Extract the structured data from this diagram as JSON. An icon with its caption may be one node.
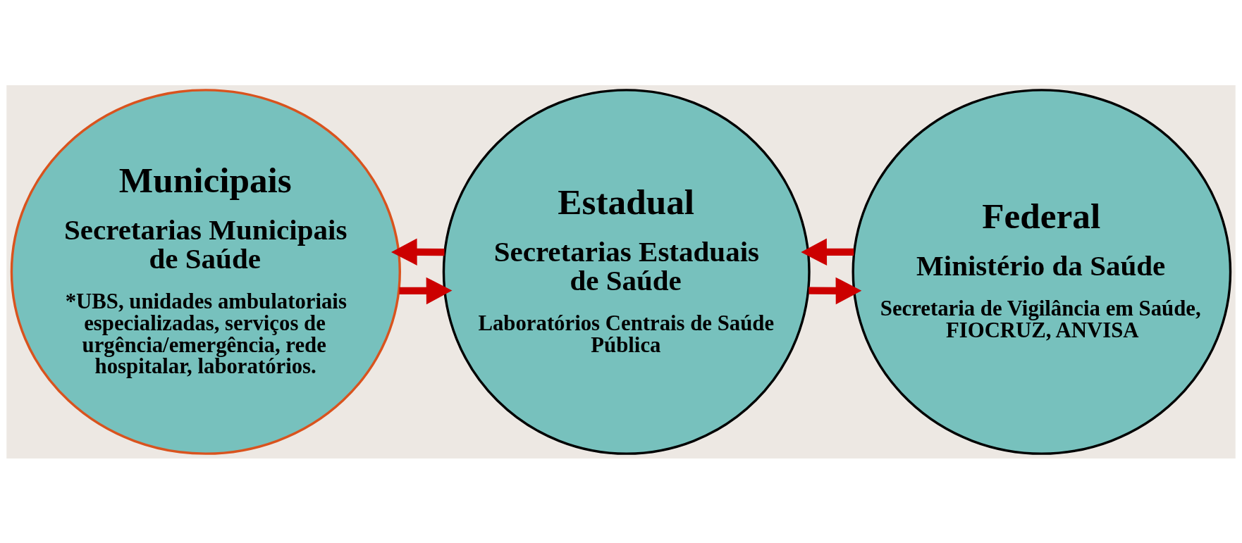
{
  "diagram": {
    "nodes": [
      {
        "text": [
          "Municipais",
          "Secretarias Municipais de Saúde",
          "*UBS, unidades ambulatoriais especializadas, serviços de urgência/emergência, rede hospitalar, laboratórios."
        ]
      },
      {
        "text": [
          "Estadual",
          "Secretarias Estaduais de Saúde",
          "Laboratórios Centrais de Saúde Pública"
        ]
      },
      {
        "text": [
          "Federal",
          "Ministério da Saúde",
          "Secretaria de Vigilância em Saúde, FIOCRUZ, ANVISA"
        ]
      }
    ],
    "edges": [
      {
        "from": 0,
        "to": 1,
        "arrow": "to"
      },
      {
        "from": 1,
        "to": 2,
        "arrow": "to"
      },
      {
        "from": 1,
        "to": 0,
        "arrow": "to"
      },
      {
        "from": 2,
        "to": 1,
        "arrow": "to"
      }
    ]
  }
}
